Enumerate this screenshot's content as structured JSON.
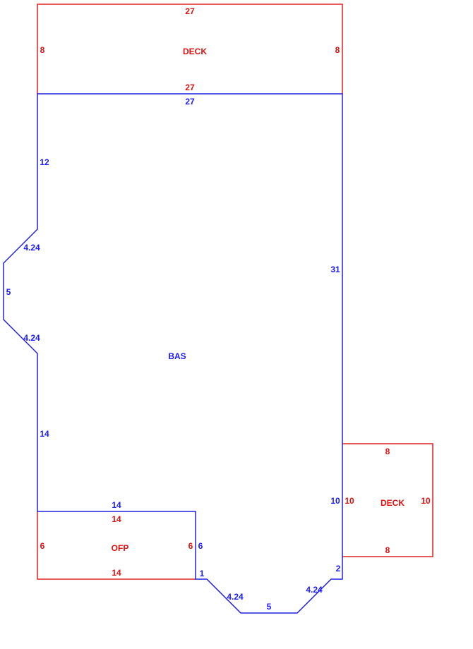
{
  "colors": {
    "bas": "#2020dd",
    "deck": "#e02020",
    "ofp": "#e02020"
  },
  "areas": {
    "bas": {
      "label": "BAS",
      "dims": {
        "top": "27",
        "left_upper": "12",
        "diag_upper": "4.24",
        "left_notch": "5",
        "diag_lower": "4.24",
        "left_lower": "14",
        "ofp_top": "14",
        "ofp_right": "6",
        "step": "1",
        "bottom_diag_left": "4.24",
        "bottom": "5",
        "bottom_diag_right": "4.24",
        "right_step": "2",
        "right_deck": "10",
        "right": "31"
      }
    },
    "deck_top": {
      "label": "DECK",
      "dims": {
        "top": "27",
        "left": "8",
        "right": "8",
        "bottom": "27"
      }
    },
    "deck_right": {
      "label": "DECK",
      "dims": {
        "top": "8",
        "left": "10",
        "right": "10",
        "bottom": "8"
      }
    },
    "ofp": {
      "label": "OFP",
      "dims": {
        "top": "14",
        "left": "6",
        "right": "6",
        "bottom": "14"
      }
    }
  }
}
